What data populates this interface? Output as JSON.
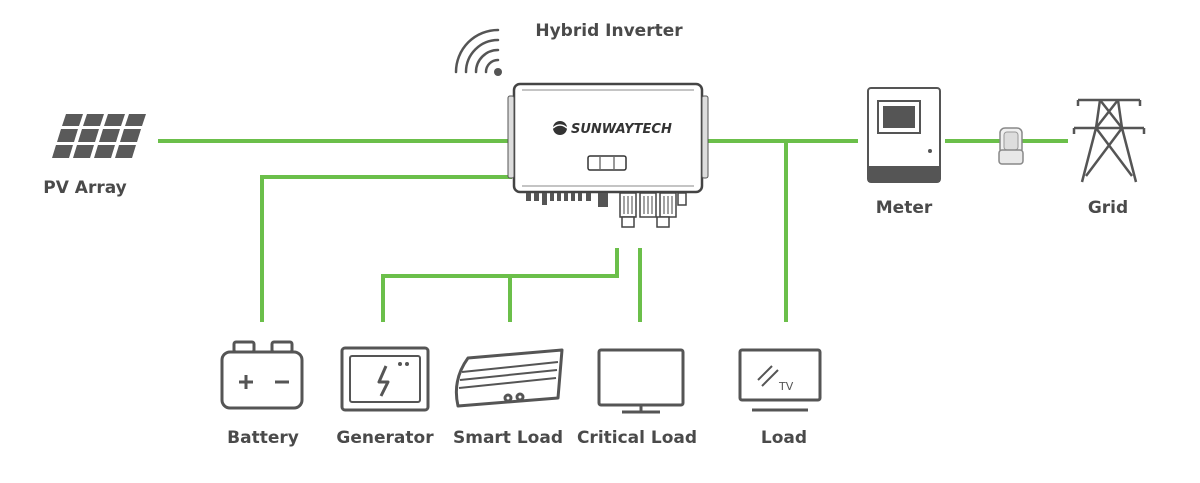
{
  "title": "Hybrid Inverter",
  "brand": "SUNWAYTECH",
  "colors": {
    "line": "#6bbf4a",
    "icon": "#555555",
    "text": "#4a4a4a"
  },
  "nodes": {
    "pv_array": {
      "label": "PV Array",
      "icon": "solar-panel-icon"
    },
    "meter": {
      "label": "Meter",
      "icon": "meter-icon"
    },
    "grid": {
      "label": "Grid",
      "icon": "power-tower-icon"
    },
    "battery": {
      "label": "Battery",
      "icon": "battery-icon",
      "symbols": [
        "+",
        "−"
      ]
    },
    "generator": {
      "label": "Generator",
      "icon": "generator-icon"
    },
    "smart_load": {
      "label": "Smart Load",
      "icon": "air-conditioner-icon"
    },
    "critical_load": {
      "label": "Critical Load",
      "icon": "monitor-icon"
    },
    "load": {
      "label": "Load",
      "icon": "tv-icon",
      "screen_text": "TV"
    }
  },
  "icons": {
    "wifi": "wifi-signal-icon",
    "ct_clamp": "ct-clamp-icon"
  }
}
